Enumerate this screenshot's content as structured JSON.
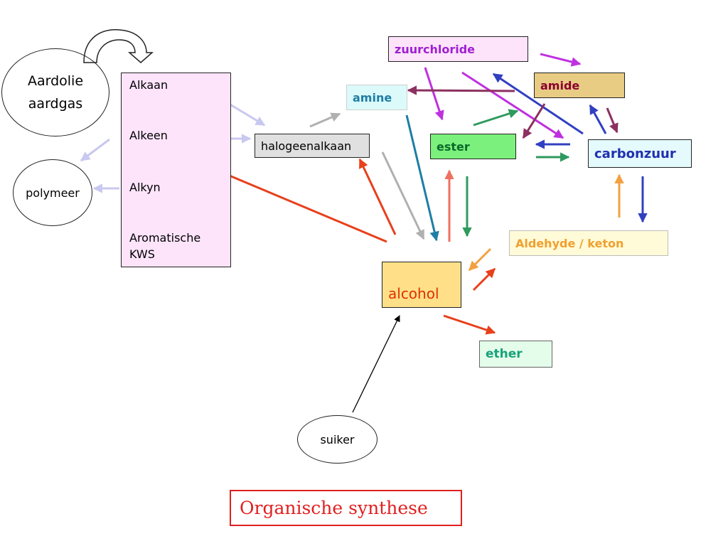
{
  "title": "Organische synthese",
  "source": {
    "line1": "Aardolie",
    "line2": "aardgas"
  },
  "hydrocarbons": {
    "alkaan": "Alkaan",
    "alkeen": "Alkeen",
    "alkyn": "Alkyn",
    "aromatisch1": "Aromatische",
    "aromatisch2": "KWS"
  },
  "nodes": {
    "polymeer": "polymeer",
    "halogeenalkaan": "halogeenalkaan",
    "amine": "amine",
    "zuurchloride": "zuurchloride",
    "amide": "amide",
    "ester": "ester",
    "carbonzuur": "carbonzuur",
    "aldehyde_keton": "Aldehyde / keton",
    "alcohol": "alcohol",
    "ether": "ether",
    "suiker": "suiker"
  },
  "colors": {
    "lavender": "#c8c8f0",
    "gray": "#b0b0b0",
    "red": "#e8401c",
    "salmon": "#f07060",
    "teal": "#1e7ea6",
    "green": "#2e9a5e",
    "purple": "#c030e0",
    "maroon": "#8c3060",
    "navy": "#3040c0",
    "orange": "#f4a040",
    "black": "#000000"
  }
}
